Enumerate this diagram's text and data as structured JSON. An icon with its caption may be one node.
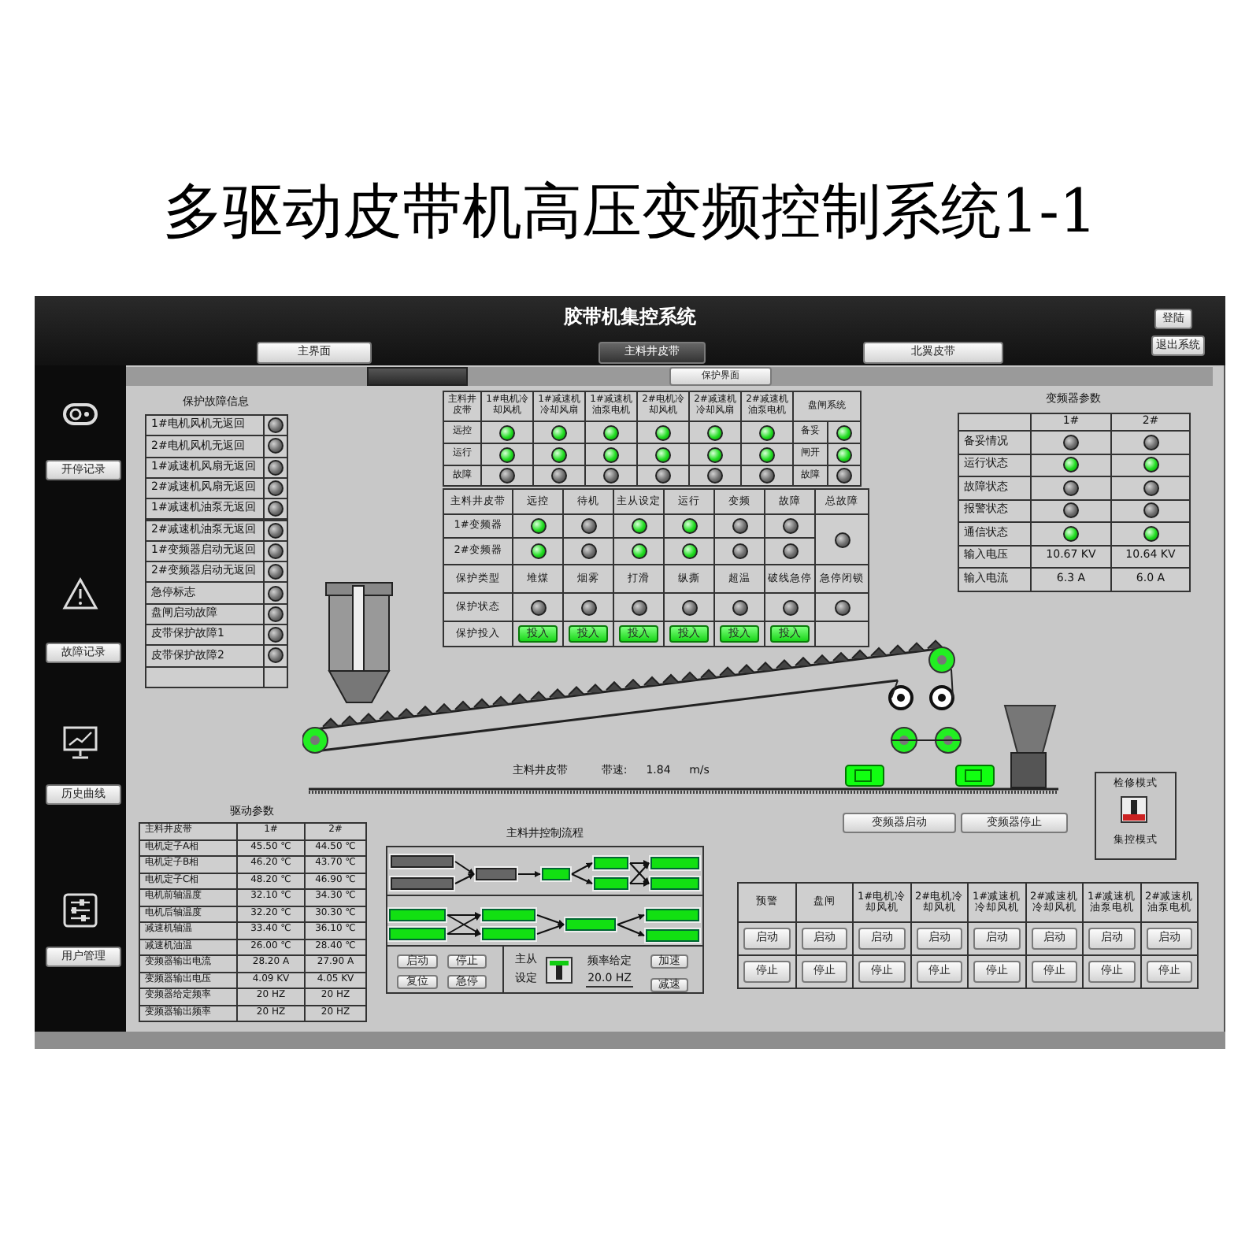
{
  "diagram": {
    "title": "多驱动皮带机高压变频控制系统1-1",
    "nodes": [
      {
        "text": [],
        "shape": "box"
      },
      {
        "text": [],
        "shape": "box"
      },
      {
        "text": [],
        "shape": "box"
      },
      {
        "text": [],
        "shape": "box"
      },
      {
        "text": [],
        "shape": "box"
      },
      {
        "text": [],
        "shape": "box"
      },
      {
        "text": [],
        "shape": "box"
      },
      {
        "text": [],
        "shape": "box"
      },
      {
        "text": [],
        "shape": "box"
      },
      {
        "text": [],
        "shape": "box"
      },
      {
        "text": [],
        "shape": "box"
      },
      {
        "text": [],
        "shape": "box"
      },
      {
        "text": [],
        "shape": "box"
      },
      {
        "text": [],
        "shape": "box"
      },
      {
        "text": [],
        "shape": "box"
      }
    ],
    "edges": [
      {
        "from": 0,
        "to": 2,
        "arrow": "to"
      },
      {
        "from": 1,
        "to": 2,
        "arrow": "to"
      },
      {
        "from": 2,
        "to": 3,
        "arrow": "to"
      },
      {
        "from": 3,
        "to": 4,
        "arrow": "to"
      },
      {
        "from": 3,
        "to": 5,
        "arrow": "to"
      },
      {
        "from": 4,
        "to": 6,
        "arrow": "to"
      },
      {
        "from": 4,
        "to": 7,
        "arrow": "to"
      },
      {
        "from": 5,
        "to": 6,
        "arrow": "to"
      },
      {
        "from": 5,
        "to": 7,
        "arrow": "to"
      },
      {
        "from": 8,
        "to": 10,
        "arrow": "to"
      },
      {
        "from": 8,
        "to": 11,
        "arrow": "to"
      },
      {
        "from": 9,
        "to": 10,
        "arrow": "to"
      },
      {
        "from": 9,
        "to": 11,
        "arrow": "to"
      },
      {
        "from": 10,
        "to": 12,
        "arrow": "to"
      },
      {
        "from": 11,
        "to": 12,
        "arrow": "to"
      },
      {
        "from": 12,
        "to": 13,
        "arrow": "to"
      },
      {
        "from": 12,
        "to": 14,
        "arrow": "to"
      }
    ],
    "labels": [
      "胶带机集控系统",
      "登陆",
      "退出系统",
      "主界面",
      "主料井皮带",
      "北翼皮带",
      "保护界面",
      "开停记录",
      "故障记录",
      "历史曲线",
      "用户管理",
      "保护故障信息",
      "1#电机风机无返回",
      "2#电机风机无返回",
      "1#减速机风扇无返回",
      "2#减速机风扇无返回",
      "1#减速机油泵无返回",
      "2#减速机油泵无返回",
      "1#变频器启动无返回",
      "2#变频器启动无返回",
      "急停标志",
      "盘闸启动故障",
      "皮带保护故障1",
      "皮带保护故障2",
      "主料井皮带",
      "1#电机冷却风机",
      "1#减速机冷却风扇",
      "1#减速机油泵电机",
      "2#电机冷却风机",
      "2#减速机冷却风扇",
      "2#减速机油泵电机",
      "盘闸系统",
      "远控",
      "备妥",
      "运行",
      "闸开",
      "故障",
      "故障",
      "主料井皮带",
      "远控",
      "待机",
      "主从设定",
      "运行",
      "变频",
      "故障",
      "总故障",
      "1#变频器",
      "2#变频器",
      "保护类型",
      "堆煤",
      "烟雾",
      "打滑",
      "纵撕",
      "超温",
      "破线急停",
      "急停闭锁",
      "保护状态",
      "保护投入",
      "投入",
      "投入",
      "投入",
      "投入",
      "投入",
      "投入",
      "变频器参数",
      "1#",
      "2#",
      "备妥情况",
      "运行状态",
      "故障状态",
      "报警状态",
      "通信状态",
      "输入电压",
      "10.67 KV",
      "10.64 KV",
      "输入电流",
      "6.3 A",
      "6.0 A",
      "主料井皮带",
      "带速:",
      "1.84",
      "m/s",
      "变频器启动",
      "变频器停止",
      "检修模式",
      "集控模式",
      "驱动参数",
      "主料井皮带",
      "1#",
      "2#",
      "电机定子A相",
      "45.50 ℃",
      "44.50 ℃",
      "电机定子B相",
      "46.20 ℃",
      "43.70 ℃",
      "电机定子C相",
      "48.20 ℃",
      "46.90 ℃",
      "电机前轴温度",
      "32.10 ℃",
      "34.30 ℃",
      "电机后轴温度",
      "32.20 ℃",
      "30.30 ℃",
      "减速机轴温",
      "33.40 ℃",
      "36.10 ℃",
      "减速机油温",
      "26.00 ℃",
      "28.40 ℃",
      "变频器输出电流",
      "28.20 A",
      "27.90 A",
      "变频器输出电压",
      "4.09 KV",
      "4.05 KV",
      "变频器给定频率",
      "20 HZ",
      "20 HZ",
      "变频器输出频率",
      "20 HZ",
      "20 HZ",
      "主料井控制流程",
      "启动",
      "停止",
      "复位",
      "急停",
      "主从",
      "设定",
      "频率给定",
      "20.0 HZ",
      "加速",
      "减速",
      "预警",
      "盘闸",
      "1#电机冷却风机",
      "2#电机冷却风机",
      "1#减速机冷却风机",
      "2#减速机冷却风机",
      "1#减速机油泵电机",
      "2#减速机油泵电机",
      "启动",
      "启动",
      "启动",
      "启动",
      "启动",
      "启动",
      "启动",
      "启动",
      "停止",
      "停止",
      "停止",
      "停止",
      "停止",
      "停止",
      "停止",
      "停止"
    ]
  }
}
